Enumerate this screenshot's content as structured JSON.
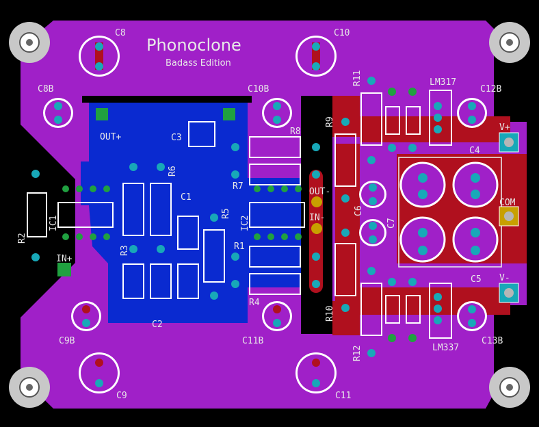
{
  "board": {
    "title": "Phonoclone",
    "subtitle": "Badass Edition"
  },
  "colors": {
    "background": "#000000",
    "top_copper": "#a020c8",
    "bottom_copper": "#0a2ad0",
    "power_trace": "#b0101e",
    "silkscreen": "#e8e8e8",
    "pad_outer": "#18a8b8",
    "pad_inner": "#b6b6b6",
    "pad_gold": "#c8a000",
    "pad_green": "#20a040"
  },
  "labels": {
    "c8": "C8",
    "c10": "C10",
    "c8b": "C8B",
    "c10b": "C10B",
    "c12b": "C12B",
    "c9b": "C9B",
    "c11b": "C11B",
    "c13b": "C13B",
    "c9": "C9",
    "c11": "C11",
    "c3": "C3",
    "c1": "C1",
    "c2": "C2",
    "c4": "C4",
    "c5": "C5",
    "c6": "C6",
    "c7": "C7",
    "r1": "R1",
    "r2": "R2",
    "r3": "R3",
    "r4": "R4",
    "r5": "R5",
    "r6": "R6",
    "r7": "R7",
    "r8": "R8",
    "r9": "R9",
    "r10": "R10",
    "r11": "R11",
    "r12": "R12",
    "ic1": "IC1",
    "ic2": "IC2",
    "lm317": "LM317",
    "lm337": "LM337",
    "out_plus": "OUT+",
    "out_minus": "OUT-",
    "in_plus": "IN+",
    "in_minus": "IN-",
    "v_plus": "V+",
    "v_minus": "V-",
    "com": "COM"
  }
}
